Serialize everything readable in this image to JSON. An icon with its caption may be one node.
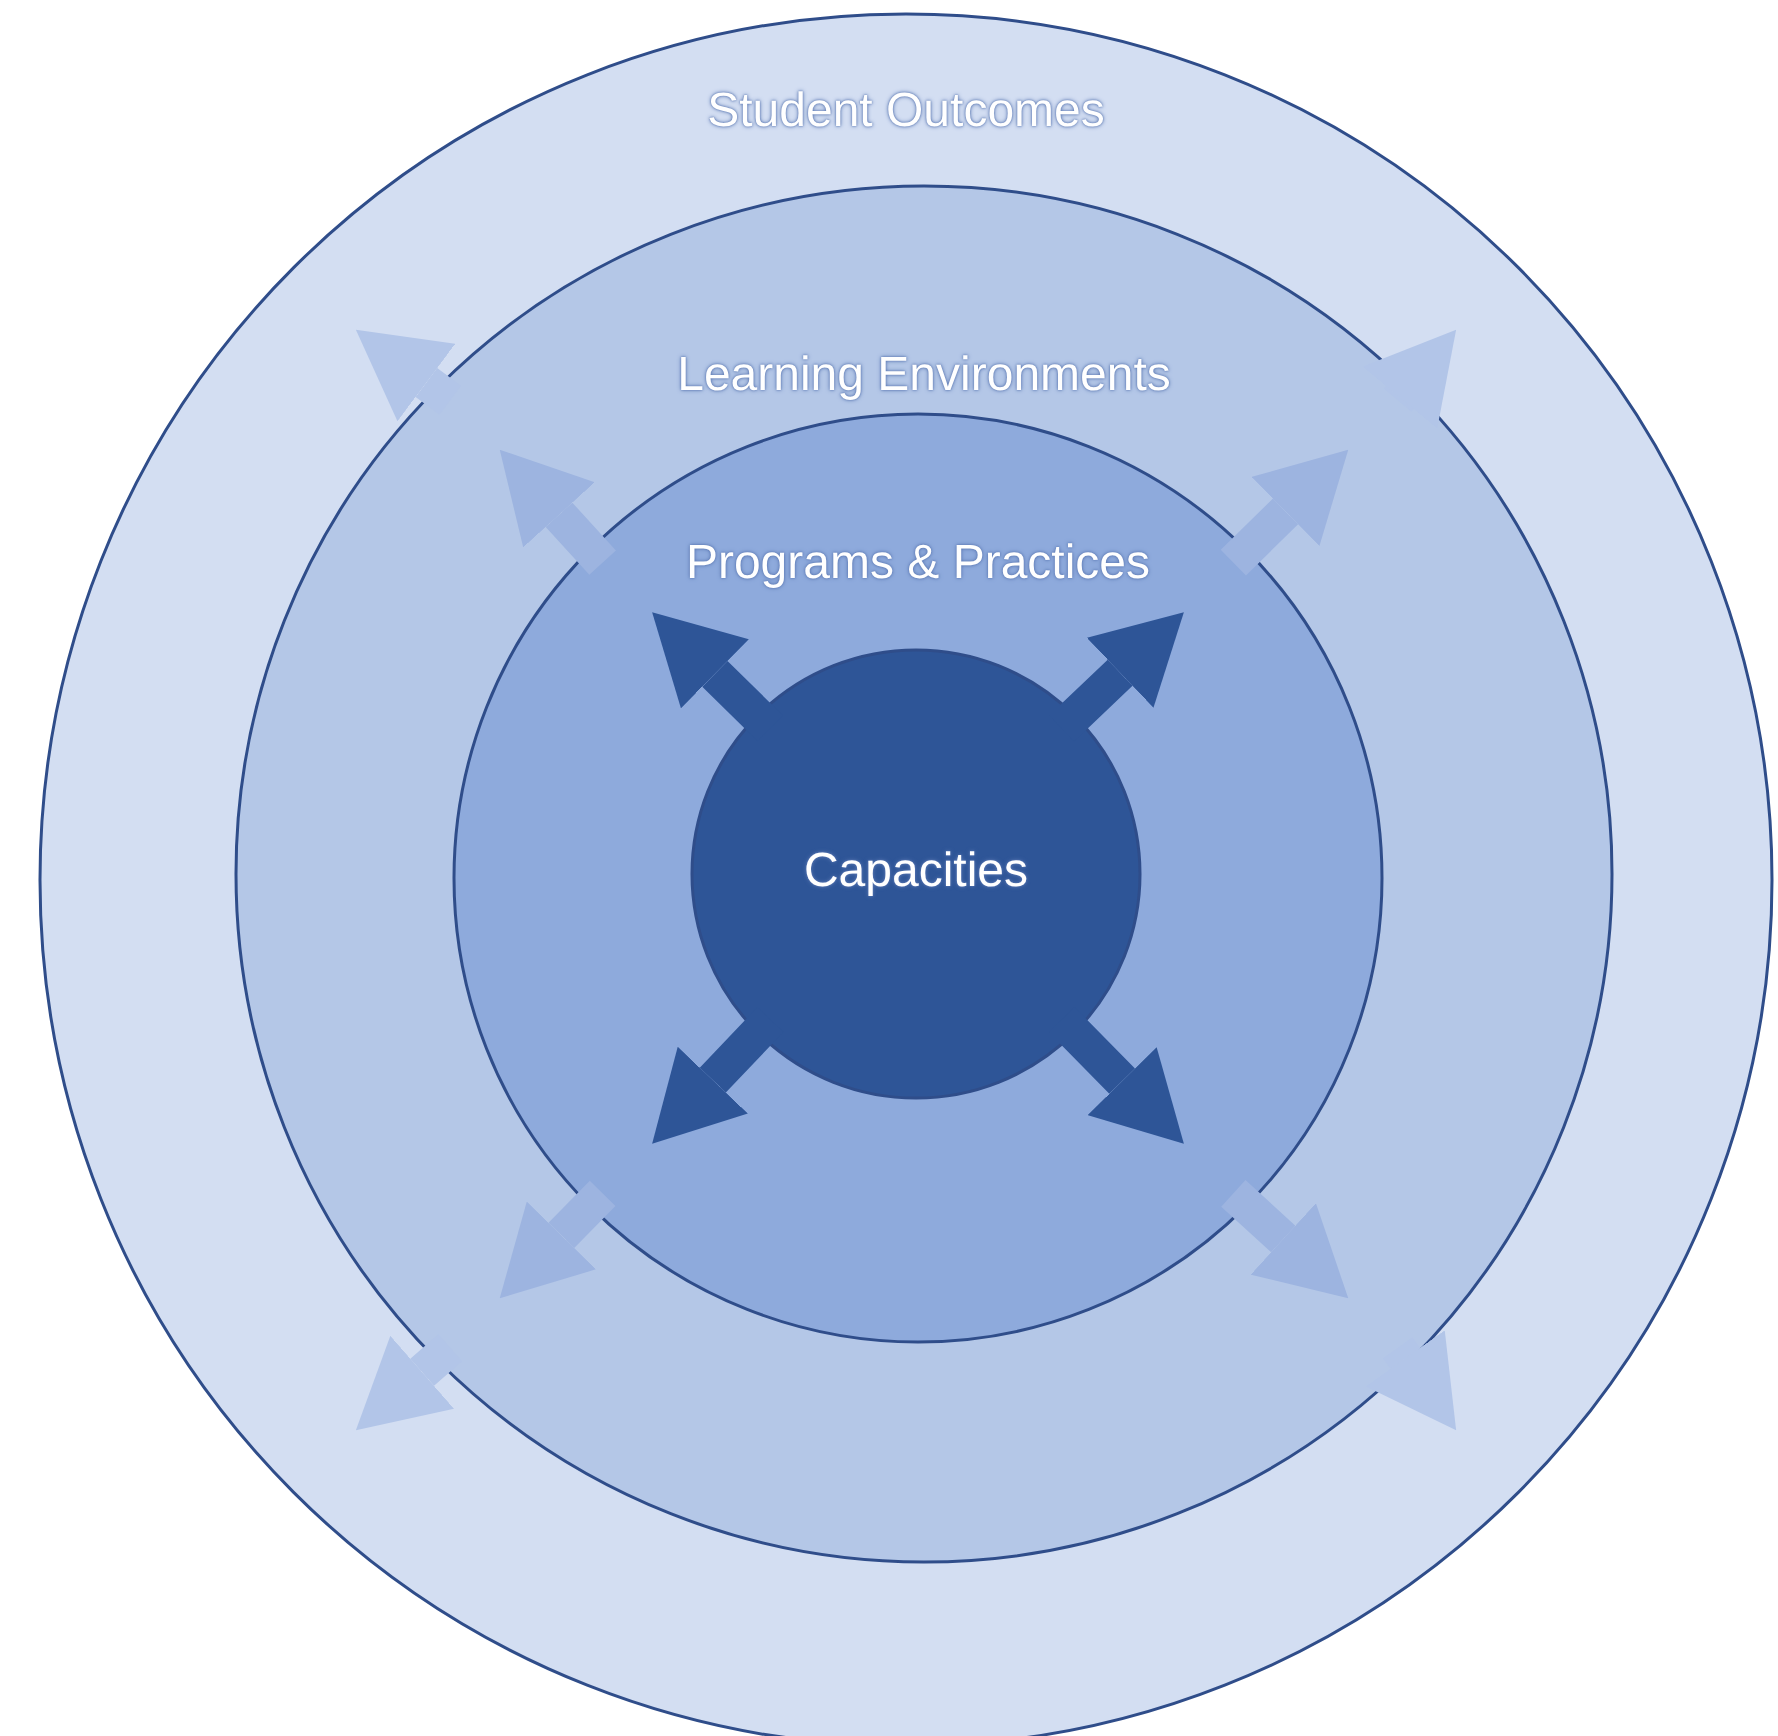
{
  "diagram": {
    "nodes": [
      {
        "text": [
          "Student Outcomes"
        ]
      },
      {
        "text": [
          "Learning Environments"
        ],
        "in": 0
      },
      {
        "text": [
          "Programs & Practices"
        ],
        "in": 1
      },
      {
        "text": [
          "Capacities"
        ],
        "in": 2
      }
    ],
    "edges": [
      {
        "from": 3,
        "to": 2,
        "arrow": "to",
        "color": "#2e5597"
      },
      {
        "from": 3,
        "to": 2,
        "arrow": "to",
        "color": "#2e5597"
      },
      {
        "from": 3,
        "to": 2,
        "arrow": "to",
        "color": "#2e5597"
      },
      {
        "from": 3,
        "to": 2,
        "arrow": "to",
        "color": "#2e5597"
      },
      {
        "from": 2,
        "to": 1,
        "arrow": "to",
        "color": "#9db4e0"
      },
      {
        "from": 2,
        "to": 1,
        "arrow": "to",
        "color": "#9db4e0"
      },
      {
        "from": 2,
        "to": 1,
        "arrow": "to",
        "color": "#9db4e0"
      },
      {
        "from": 2,
        "to": 1,
        "arrow": "to",
        "color": "#9db4e0"
      },
      {
        "from": 1,
        "to": 0,
        "arrow": "to",
        "color": "#b2c5e8"
      },
      {
        "from": 1,
        "to": 0,
        "arrow": "to",
        "color": "#b2c5e8"
      },
      {
        "from": 1,
        "to": 0,
        "arrow": "to",
        "color": "#b2c5e8"
      },
      {
        "from": 1,
        "to": 0,
        "arrow": "to",
        "color": "#b2c5e8"
      }
    ]
  }
}
